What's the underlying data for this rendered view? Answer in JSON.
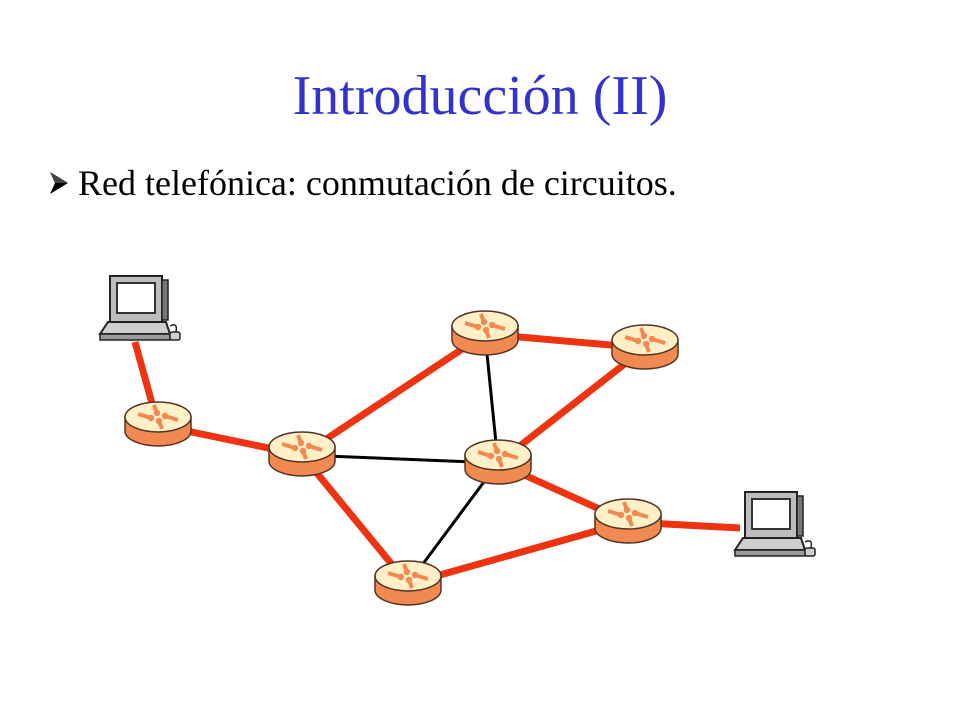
{
  "slide": {
    "title": "Introducción (II)",
    "bullet": "Red telefónica: conmutación de circuitos."
  },
  "colors": {
    "title": "#3333cc",
    "circuit_link": "#ee3311",
    "plain_link": "#000000",
    "router_body": "#f08a50",
    "router_top": "#fff0c8",
    "router_arrows": "#f08a50"
  },
  "icons": {
    "bullet": "arrowhead-bullet-icon",
    "router": "router-icon",
    "computer": "computer-icon"
  },
  "diagram": {
    "nodes": [
      {
        "id": "pc1",
        "kind": "computer"
      },
      {
        "id": "r1",
        "kind": "router"
      },
      {
        "id": "r2",
        "kind": "router"
      },
      {
        "id": "r3",
        "kind": "router"
      },
      {
        "id": "r4",
        "kind": "router"
      },
      {
        "id": "r5",
        "kind": "router"
      },
      {
        "id": "r6",
        "kind": "router"
      },
      {
        "id": "r7",
        "kind": "router"
      },
      {
        "id": "pc2",
        "kind": "computer"
      }
    ],
    "links": [
      {
        "from": "pc1",
        "to": "r1",
        "circuit": true
      },
      {
        "from": "r1",
        "to": "r2",
        "circuit": true
      },
      {
        "from": "r2",
        "to": "r3",
        "circuit": true
      },
      {
        "from": "r3",
        "to": "r4",
        "circuit": true
      },
      {
        "from": "r4",
        "to": "r5",
        "circuit": true
      },
      {
        "from": "r5",
        "to": "r6",
        "circuit": true
      },
      {
        "from": "r6",
        "to": "pc2",
        "circuit": true
      },
      {
        "from": "r2",
        "to": "r7",
        "circuit": true
      },
      {
        "from": "r7",
        "to": "r6",
        "circuit": true
      },
      {
        "from": "r3",
        "to": "r5",
        "circuit": false
      },
      {
        "from": "r2",
        "to": "r5",
        "circuit": false
      },
      {
        "from": "r5",
        "to": "r7",
        "circuit": false
      }
    ]
  }
}
